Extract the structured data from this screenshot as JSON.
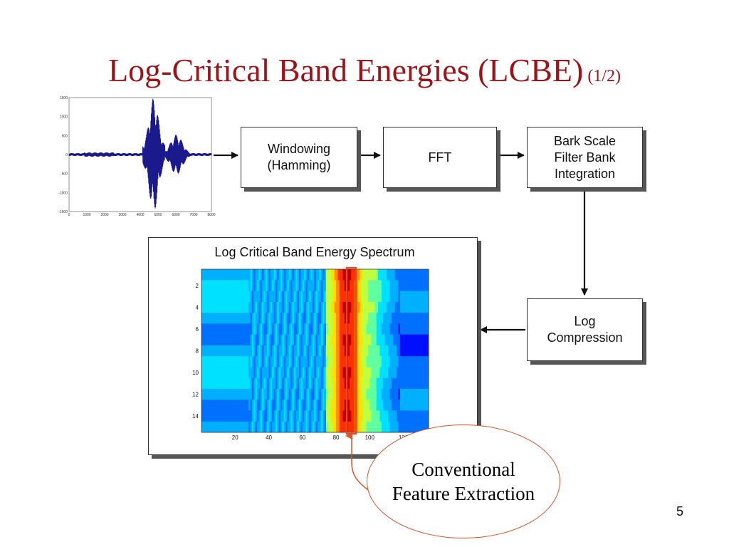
{
  "slide": {
    "title": "Log-Critical Band Energies (LCBE)",
    "title_part": "(1/2)",
    "number": "5",
    "title_color": "#9a1419"
  },
  "waveform": {
    "y_ticks": [
      "1500",
      "1000",
      "500",
      "0",
      "-500",
      "-1000",
      "-1500"
    ],
    "x_ticks": [
      "0",
      "1000",
      "2000",
      "3000",
      "4000",
      "5000",
      "6000",
      "7000",
      "8000"
    ],
    "line_color": "#1a1a8c"
  },
  "pipeline": {
    "windowing": "Windowing\n(Hamming)",
    "fft": "FFT",
    "bark": "Bark Scale\nFilter Bank\nIntegration",
    "log": "Log\nCompression"
  },
  "spectrum": {
    "title": "Log Critical Band Energy Spectrum",
    "y_ticks": [
      "2",
      "4",
      "6",
      "8",
      "10",
      "12",
      "14"
    ],
    "x_ticks": [
      "20",
      "40",
      "60",
      "80",
      "100",
      "120"
    ],
    "highlight_color": "#e34a1e"
  },
  "callout": {
    "text": "Conventional\nFeature Extraction",
    "color": "#d9532b"
  }
}
